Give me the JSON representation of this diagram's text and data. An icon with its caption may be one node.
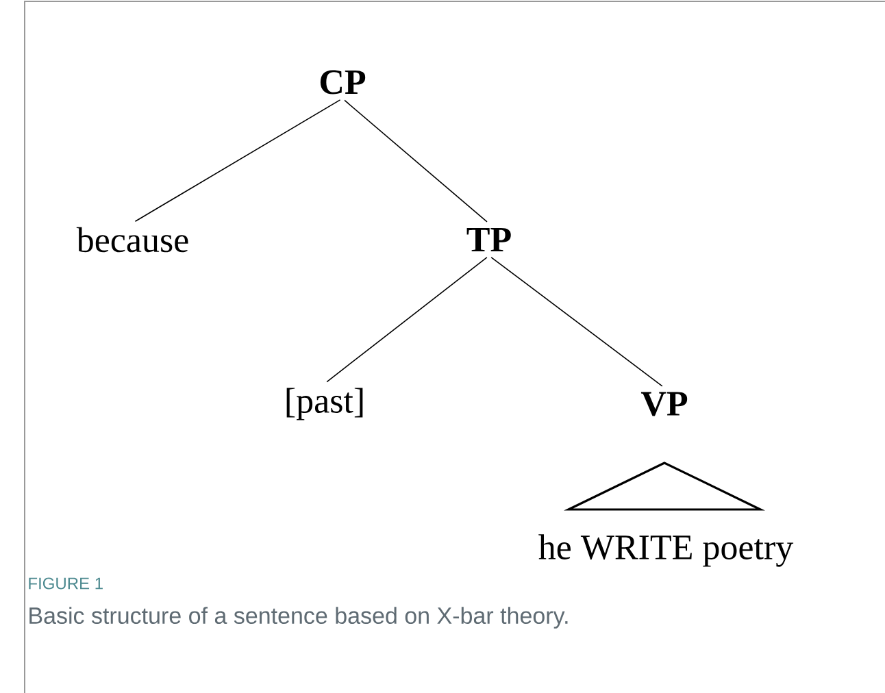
{
  "diagram": {
    "caption": "Basic structure of a sentence based on X-bar theory.",
    "nodes": [
      {
        "text": [
          "CP"
        ]
      },
      {
        "text": [
          "because"
        ]
      },
      {
        "text": [
          "TP"
        ]
      },
      {
        "text": [
          "[past]"
        ]
      },
      {
        "text": [
          "VP"
        ]
      },
      {
        "text": [
          "he WRITE poetry"
        ]
      }
    ],
    "edges": [
      {
        "from": 0,
        "to": 1,
        "arrow": "none"
      },
      {
        "from": 0,
        "to": 2,
        "arrow": "none"
      },
      {
        "from": 2,
        "to": 3,
        "arrow": "none"
      },
      {
        "from": 2,
        "to": 4,
        "arrow": "none"
      }
    ],
    "labels": [
      "FIGURE 1"
    ]
  }
}
